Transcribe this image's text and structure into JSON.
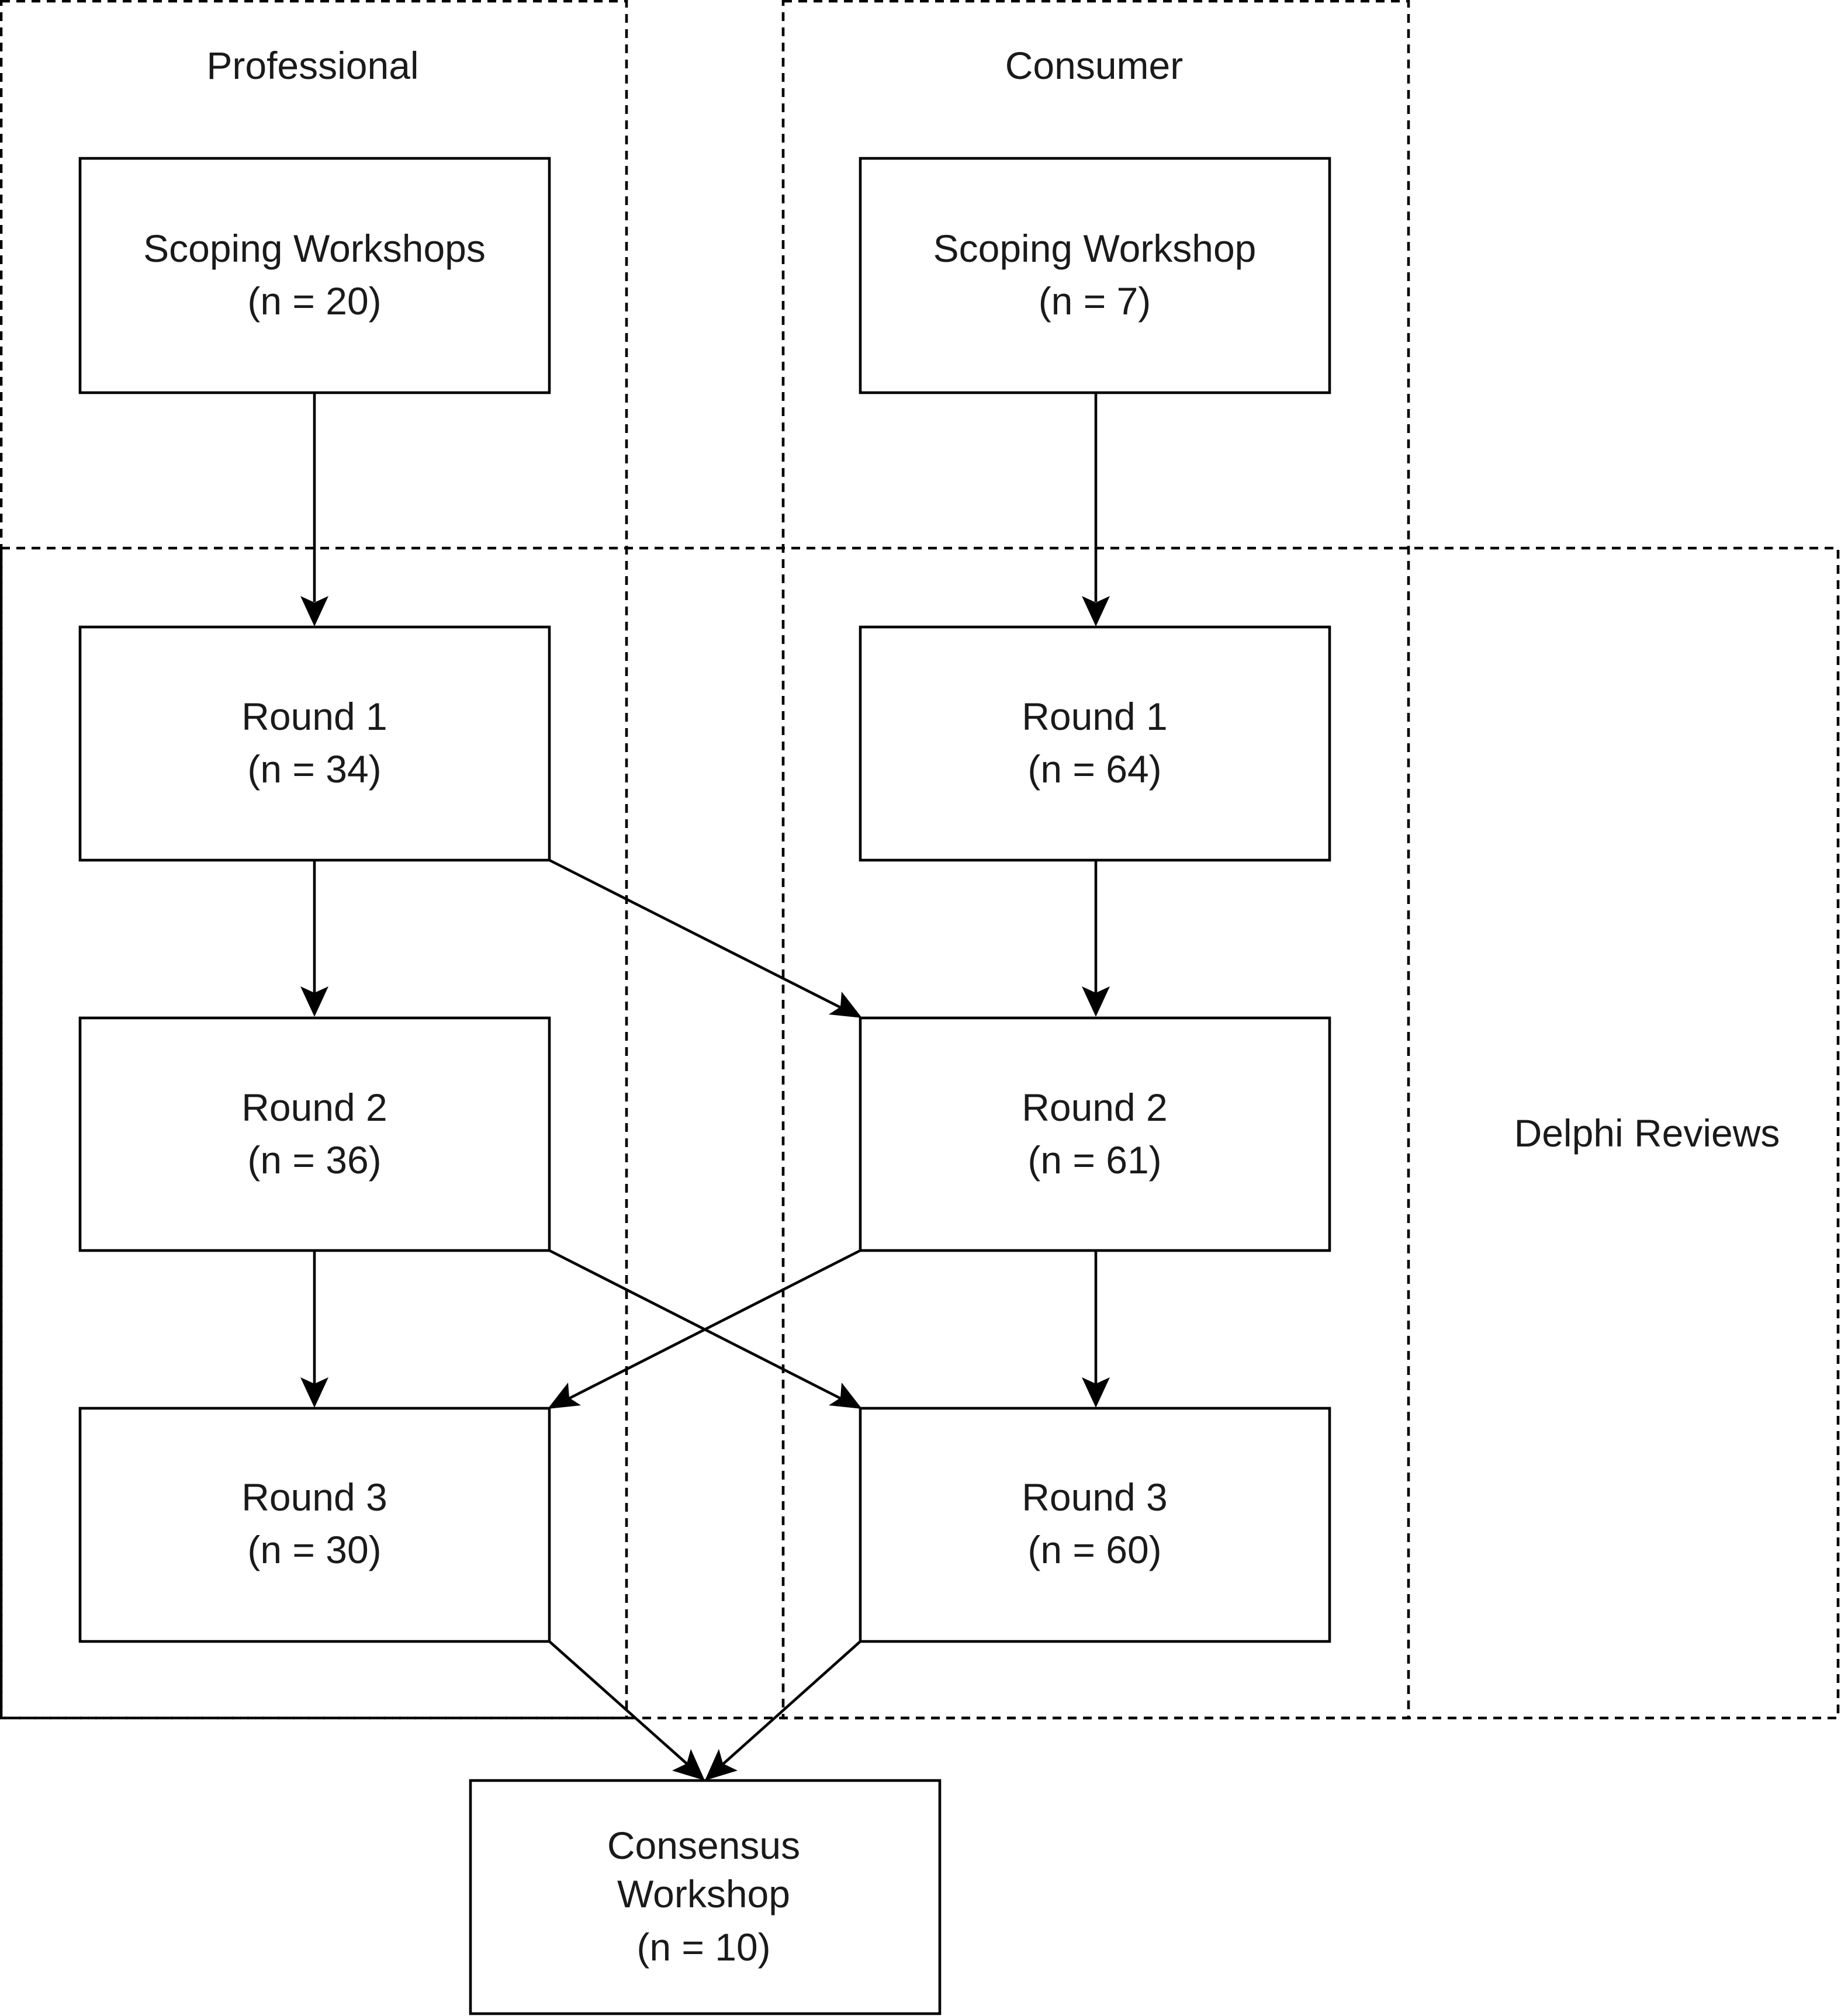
{
  "regions": {
    "professional": "Professional",
    "consumer": "Consumer",
    "delphi": "Delphi Reviews"
  },
  "nodes": {
    "prof_scoping": {
      "title": "Scoping Workshops",
      "count": "(n = 20)"
    },
    "cons_scoping": {
      "title": "Scoping Workshop",
      "count": "(n = 7)"
    },
    "prof_round1": {
      "title": "Round 1",
      "count": "(n = 34)"
    },
    "cons_round1": {
      "title": "Round 1",
      "count": "(n = 64)"
    },
    "prof_round2": {
      "title": "Round 2",
      "count": "(n = 36)"
    },
    "cons_round2": {
      "title": "Round 2",
      "count": "(n = 61)"
    },
    "prof_round3": {
      "title": "Round 3",
      "count": "(n = 30)"
    },
    "cons_round3": {
      "title": "Round 3",
      "count": "(n = 60)"
    },
    "consensus": {
      "line1": "Consensus",
      "line2": "Workshop",
      "count": "(n = 10)"
    }
  },
  "edges": [
    {
      "from": "prof_scoping",
      "to": "prof_round1"
    },
    {
      "from": "cons_scoping",
      "to": "cons_round1"
    },
    {
      "from": "prof_round1",
      "to": "prof_round2"
    },
    {
      "from": "prof_round1",
      "to": "cons_round2"
    },
    {
      "from": "cons_round1",
      "to": "cons_round2"
    },
    {
      "from": "prof_round2",
      "to": "prof_round3"
    },
    {
      "from": "prof_round2",
      "to": "cons_round3"
    },
    {
      "from": "cons_round2",
      "to": "cons_round3"
    },
    {
      "from": "cons_round2",
      "to": "prof_round3"
    },
    {
      "from": "prof_round3",
      "to": "consensus"
    },
    {
      "from": "cons_round3",
      "to": "consensus"
    }
  ]
}
